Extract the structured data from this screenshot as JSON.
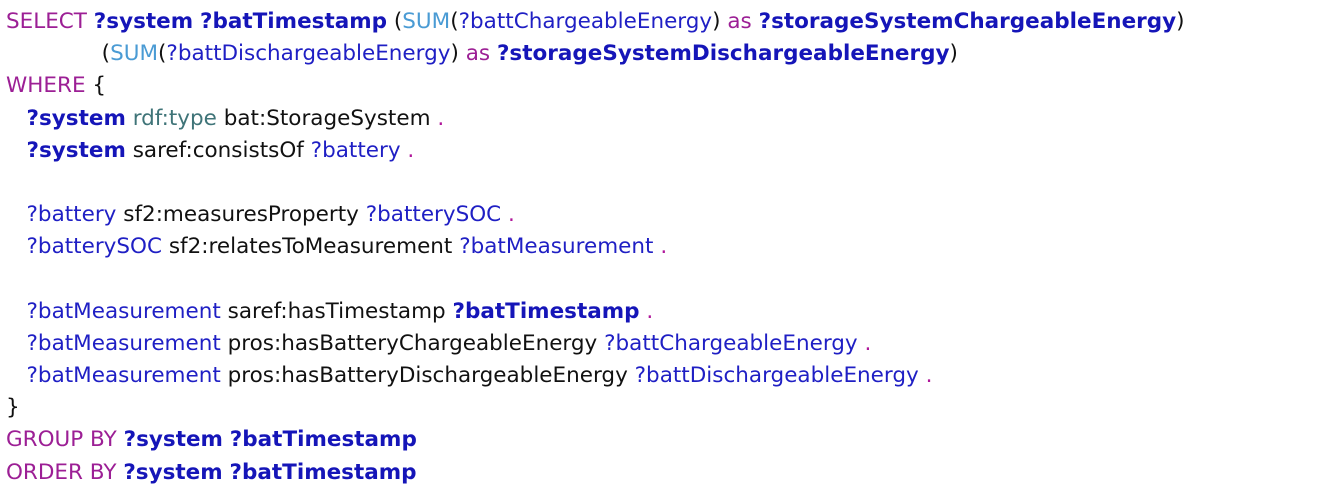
{
  "query": {
    "lines": [
      [
        {
          "t": "SELECT",
          "s": "kw"
        },
        {
          "t": " ",
          "s": "pl"
        },
        {
          "t": "?system",
          "s": "vb"
        },
        {
          "t": " ",
          "s": "pl"
        },
        {
          "t": "?batTimestamp",
          "s": "vb"
        },
        {
          "t": " (",
          "s": "pl"
        },
        {
          "t": "SUM",
          "s": "fn"
        },
        {
          "t": "(",
          "s": "pl"
        },
        {
          "t": "?battChargeableEnergy",
          "s": "v"
        },
        {
          "t": ") ",
          "s": "pl"
        },
        {
          "t": "as",
          "s": "kw"
        },
        {
          "t": " ",
          "s": "pl"
        },
        {
          "t": "?storageSystemChargeableEnergy",
          "s": "vb"
        },
        {
          "t": ")",
          "s": "pl"
        }
      ],
      [
        {
          "t": "              (",
          "s": "pl"
        },
        {
          "t": "SUM",
          "s": "fn"
        },
        {
          "t": "(",
          "s": "pl"
        },
        {
          "t": "?battDischargeableEnergy",
          "s": "v"
        },
        {
          "t": ") ",
          "s": "pl"
        },
        {
          "t": "as",
          "s": "kw"
        },
        {
          "t": " ",
          "s": "pl"
        },
        {
          "t": "?storageSystemDischargeableEnergy",
          "s": "vb"
        },
        {
          "t": ")",
          "s": "pl"
        }
      ],
      [
        {
          "t": "WHERE",
          "s": "kw"
        },
        {
          "t": " {",
          "s": "pl"
        }
      ],
      [
        {
          "t": "   ",
          "s": "pl"
        },
        {
          "t": "?system",
          "s": "vb"
        },
        {
          "t": " ",
          "s": "pl"
        },
        {
          "t": "rdf:type",
          "s": "pre"
        },
        {
          "t": " bat:StorageSystem ",
          "s": "pl"
        },
        {
          "t": ".",
          "s": "dot"
        }
      ],
      [
        {
          "t": "   ",
          "s": "pl"
        },
        {
          "t": "?system",
          "s": "vb"
        },
        {
          "t": " saref:consistsOf ",
          "s": "pl"
        },
        {
          "t": "?battery",
          "s": "v"
        },
        {
          "t": " ",
          "s": "pl"
        },
        {
          "t": ".",
          "s": "dot"
        }
      ],
      [],
      [
        {
          "t": "   ",
          "s": "pl"
        },
        {
          "t": "?battery",
          "s": "v"
        },
        {
          "t": " sf2:measuresProperty ",
          "s": "pl"
        },
        {
          "t": "?batterySOC",
          "s": "v"
        },
        {
          "t": " ",
          "s": "pl"
        },
        {
          "t": ".",
          "s": "dot"
        }
      ],
      [
        {
          "t": "   ",
          "s": "pl"
        },
        {
          "t": "?batterySOC",
          "s": "v"
        },
        {
          "t": " sf2:relatesToMeasurement ",
          "s": "pl"
        },
        {
          "t": "?batMeasurement",
          "s": "v"
        },
        {
          "t": " ",
          "s": "pl"
        },
        {
          "t": ".",
          "s": "dot"
        }
      ],
      [],
      [
        {
          "t": "   ",
          "s": "pl"
        },
        {
          "t": "?batMeasurement",
          "s": "v"
        },
        {
          "t": " saref:hasTimestamp ",
          "s": "pl"
        },
        {
          "t": "?batTimestamp",
          "s": "vb"
        },
        {
          "t": " ",
          "s": "pl"
        },
        {
          "t": ".",
          "s": "dot"
        }
      ],
      [
        {
          "t": "   ",
          "s": "pl"
        },
        {
          "t": "?batMeasurement",
          "s": "v"
        },
        {
          "t": " pros:hasBatteryChargeableEnergy ",
          "s": "pl"
        },
        {
          "t": "?battChargeableEnergy",
          "s": "v"
        },
        {
          "t": " ",
          "s": "pl"
        },
        {
          "t": ".",
          "s": "dot"
        }
      ],
      [
        {
          "t": "   ",
          "s": "pl"
        },
        {
          "t": "?batMeasurement",
          "s": "v"
        },
        {
          "t": " pros:hasBatteryDischargeableEnergy ",
          "s": "pl"
        },
        {
          "t": "?battDischargeableEnergy",
          "s": "v"
        },
        {
          "t": " ",
          "s": "pl"
        },
        {
          "t": ".",
          "s": "dot"
        }
      ],
      [
        {
          "t": "}",
          "s": "pl"
        }
      ],
      [
        {
          "t": "GROUP BY",
          "s": "kw"
        },
        {
          "t": " ",
          "s": "pl"
        },
        {
          "t": "?system",
          "s": "vb"
        },
        {
          "t": " ",
          "s": "pl"
        },
        {
          "t": "?batTimestamp",
          "s": "vb"
        }
      ],
      [
        {
          "t": "ORDER BY",
          "s": "kw"
        },
        {
          "t": " ",
          "s": "pl"
        },
        {
          "t": "?system",
          "s": "vb"
        },
        {
          "t": " ",
          "s": "pl"
        },
        {
          "t": "?batTimestamp",
          "s": "vb"
        }
      ]
    ]
  }
}
